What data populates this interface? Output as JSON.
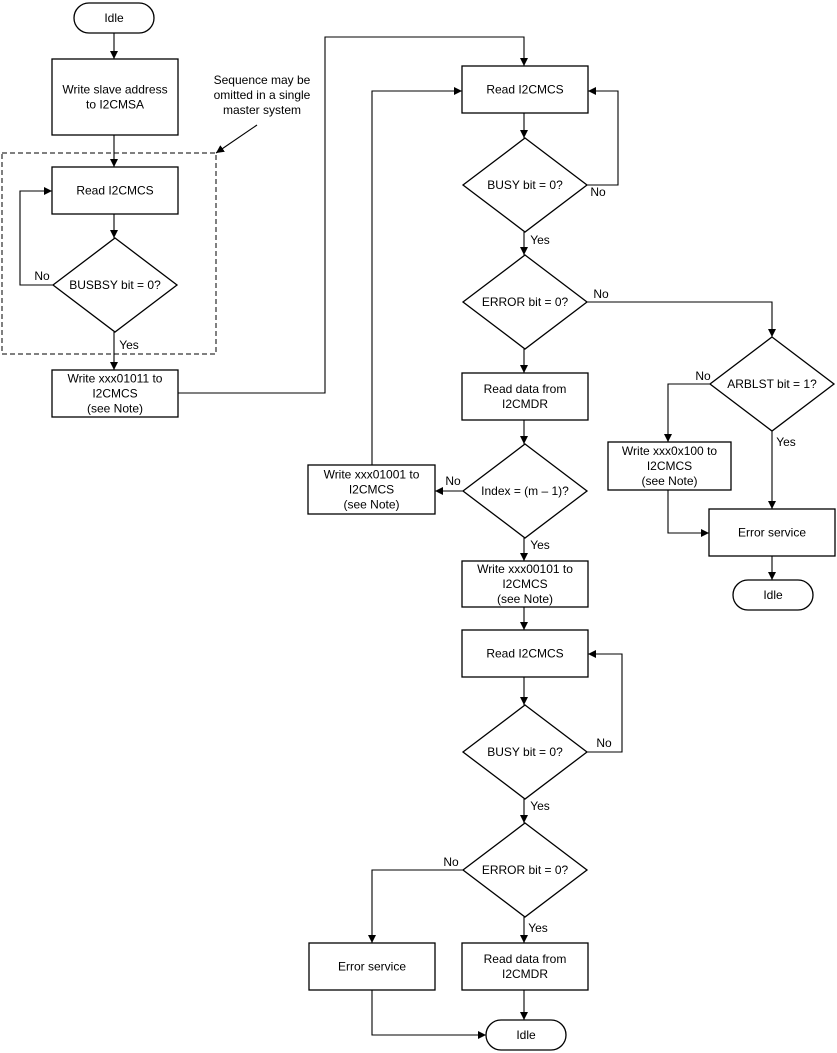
{
  "terminals": {
    "t_idle_start": "Idle",
    "t_idle_error_right": "Idle",
    "t_idle_end": "Idle"
  },
  "processes": {
    "p_write_slave": [
      "Write slave address",
      "to I2CMSA"
    ],
    "p_read_cs1": [
      "Read I2CMCS"
    ],
    "p_write_start": [
      "Write xxx01011 to",
      "I2CMCS",
      "(see Note)"
    ],
    "p_read_cs2": [
      "Read I2CMCS"
    ],
    "p_read_data1": [
      "Read data from",
      "I2CMDR"
    ],
    "p_write_ack": [
      "Write xxx01001 to",
      "I2CMCS",
      "(see Note)"
    ],
    "p_write_stop_arb": [
      "Write xxx0x100 to",
      "I2CMCS",
      "(see Note)"
    ],
    "p_error_service_right": [
      "Error service"
    ],
    "p_write_last": [
      "Write xxx00101 to",
      "I2CMCS",
      "(see Note)"
    ],
    "p_read_cs3": [
      "Read I2CMCS"
    ],
    "p_error_service_bottom": [
      "Error service"
    ],
    "p_read_data2": [
      "Read data from",
      "I2CMDR"
    ]
  },
  "decisions": {
    "d_busbsy": "BUSBSY bit = 0?",
    "d_busy1": "BUSY bit = 0?",
    "d_error1": "ERROR bit = 0?",
    "d_arblst": "ARBLST bit = 1?",
    "d_index": "Index = (m – 1)?",
    "d_busy2": "BUSY bit = 0?",
    "d_error2": "ERROR bit = 0?"
  },
  "labels": {
    "l_busbsy_no": "No",
    "l_busbsy_yes": "Yes",
    "l_busy1_no": "No",
    "l_busy1_yes": "Yes",
    "l_error1_no": "No",
    "l_arblst_no": "No",
    "l_arblst_yes": "Yes",
    "l_index_no": "No",
    "l_index_yes": "Yes",
    "l_busy2_no": "No",
    "l_busy2_yes": "Yes",
    "l_error2_no": "No",
    "l_error2_yes": "Yes"
  },
  "annotation": {
    "note": [
      "Sequence may be",
      "omitted in a single",
      "master system"
    ]
  }
}
